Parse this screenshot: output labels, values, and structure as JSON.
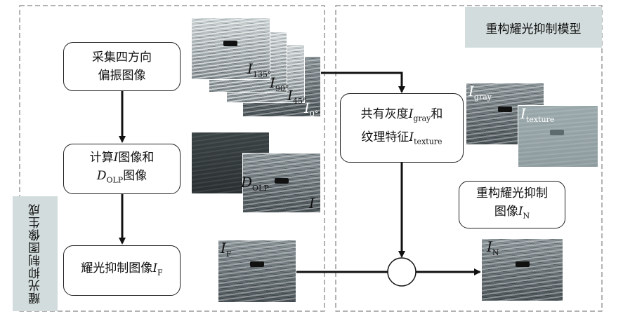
{
  "model_title": "重构耀光抑制模型",
  "left_section_label": "耀光抑制图像生成",
  "steps": {
    "acquire": {
      "line1": "采集四方向",
      "line2": "偏振图像"
    },
    "compute": {
      "pre": "计算",
      "var": "I",
      "post": "图像和",
      "var2": "D",
      "sub2": "OLP",
      "post2": "图像"
    },
    "suppress": {
      "pre": "耀光抑制图像",
      "var": "I",
      "sub": "F"
    },
    "features": {
      "pre": "共有灰度",
      "var": "I",
      "sub": "gray",
      "mid": "和",
      "line2pre": "纹理特征",
      "var2": "I",
      "sub2": "texture"
    },
    "reconstruct": {
      "line1": "重构耀光抑制",
      "pre": "图像",
      "var": "I",
      "sub": "N"
    }
  },
  "image_labels": {
    "i135": {
      "var": "I",
      "sub": "135°"
    },
    "i90": {
      "var": "I",
      "sub": "90°"
    },
    "i45": {
      "var": "I",
      "sub": "45°"
    },
    "i0": {
      "var": "I",
      "sub": "0°"
    },
    "dolp": {
      "var": "D",
      "sub": "OLP"
    },
    "intensity": {
      "var": "I",
      "sub": ""
    },
    "if": {
      "var": "I",
      "sub": "F"
    },
    "gray": {
      "var": "I",
      "sub": "gray"
    },
    "texture": {
      "var": "I",
      "sub": "texture"
    },
    "in": {
      "var": "I",
      "sub": "N"
    }
  },
  "colors": {
    "tag_fill": "#d3dcdc",
    "line": "#111111",
    "dash": "#666666"
  }
}
